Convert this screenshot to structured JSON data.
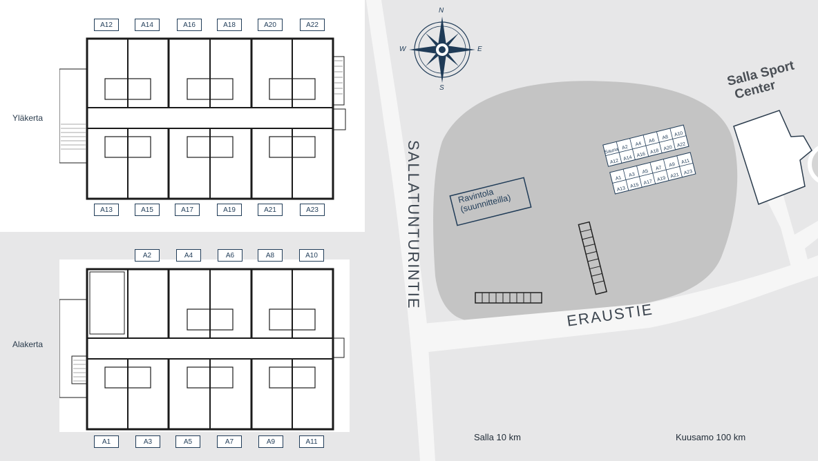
{
  "floors": {
    "upper": {
      "label": "Yläkerta",
      "top_units": [
        "A12",
        "A14",
        "A16",
        "A18",
        "A20",
        "A22"
      ],
      "bottom_units": [
        "A13",
        "A15",
        "A17",
        "A19",
        "A21",
        "A23"
      ]
    },
    "lower": {
      "label": "Alakerta",
      "top_units": [
        "A2",
        "A4",
        "A6",
        "A8",
        "A10"
      ],
      "bottom_units": [
        "A1",
        "A3",
        "A5",
        "A7",
        "A9",
        "A11"
      ]
    }
  },
  "map": {
    "compass": {
      "n": "N",
      "s": "S",
      "w": "W",
      "e": "E"
    },
    "roads": {
      "vertical": "SALLATUNTURINTIE",
      "horizontal": "ERAUSTIE"
    },
    "restaurant": {
      "line1": "Ravintola",
      "line2": "(suunnitteilla)"
    },
    "sport_center": {
      "line1": "Salla Sport",
      "line2": "Center"
    },
    "distances": {
      "left": "Salla 10 km",
      "right": "Kuusamo 100 km"
    },
    "building_units": {
      "top_row": [
        "A2",
        "A4",
        "A6",
        "A8",
        "A10"
      ],
      "top_row_lower": [
        "A12",
        "A14",
        "A16",
        "A18",
        "A20",
        "A22"
      ],
      "bottom_row": [
        "A1",
        "A3",
        "A5",
        "A7",
        "A9",
        "A11"
      ],
      "bottom_row_lower": [
        "A13",
        "A15",
        "A17",
        "A19",
        "A21",
        "A23"
      ],
      "sauna": "Sauna"
    }
  },
  "colors": {
    "navy": "#1f3b57",
    "background": "#e7e7e8",
    "area": "#c4c4c4",
    "road": "#f6f6f6"
  }
}
